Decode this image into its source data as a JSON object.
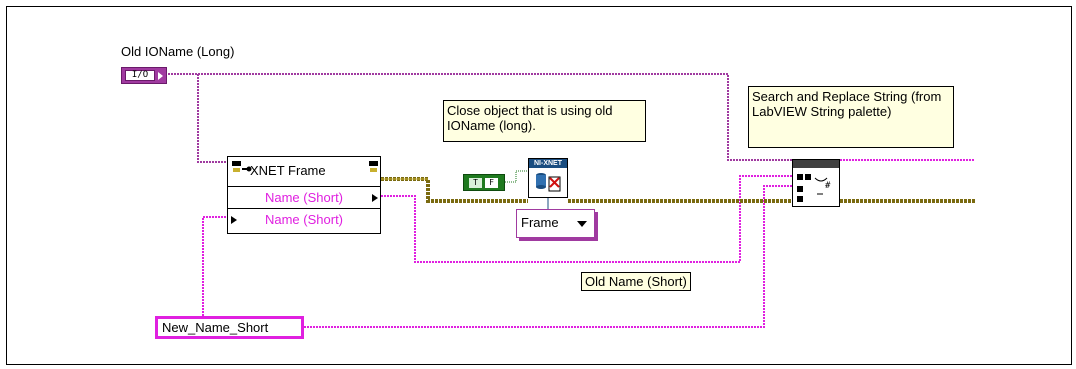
{
  "labels": {
    "io_long": "Old IOName (Long)",
    "old_name_short": "Old Name (Short)"
  },
  "constants": {
    "io_const": "I/O",
    "bool_true": "T",
    "bool_false": "F",
    "new_name_short": "New_Name_Short",
    "ring_value": "Frame"
  },
  "property_node": {
    "title": "XNET Frame",
    "read_item": "Name (Short)",
    "write_item": "Name (Short)"
  },
  "nodes": {
    "xnet_close_band": "NI-XNET"
  },
  "comments": {
    "close": "Close object that is using old IOName (long).",
    "search_replace": "Search and Replace String (from LabVIEW String palette)"
  },
  "colors": {
    "string_wire": "#e020e0",
    "io_wire": "#a03aa0",
    "xnet_wire": "#7a6a10",
    "comment_bg": "#ffffe1"
  }
}
